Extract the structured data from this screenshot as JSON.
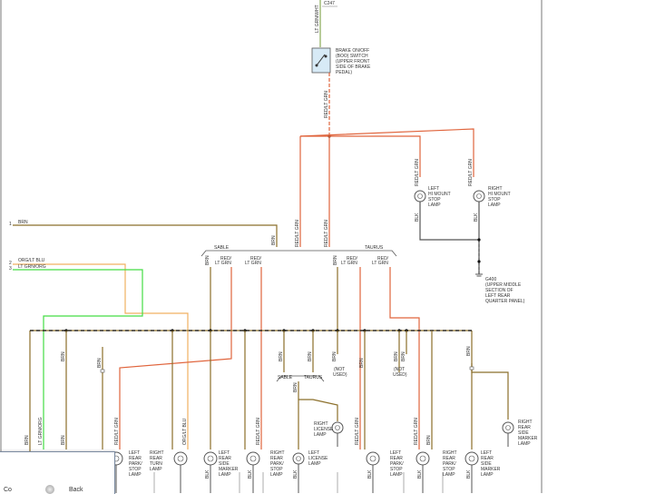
{
  "wire_colors": {
    "brn": "#8b6f2a",
    "red_lt_grn": "#e0643c",
    "org_lt_blu": "#f0b060",
    "lt_grn_org": "#44dd44",
    "lt_grn_wht": "#88aa55",
    "blk": "#555555",
    "border": "#777777"
  },
  "top_wire_label": "LT GRN/WHT",
  "top_connector": "C247",
  "switch_label": [
    "BRAKE ON/OFF",
    "(BOO) SWITCH",
    "(UPPER FRONT",
    "SIDE OF BRAKE",
    "PEDAL)"
  ],
  "switch_out_wire": "RED/LT GRN",
  "hi_mount_left": [
    "LEFT",
    "HI MOUNT",
    "STOP",
    "LAMP"
  ],
  "hi_mount_right": [
    "RIGHT",
    "HI MOUNT",
    "STOP",
    "LAMP"
  ],
  "hi_mount_wire_in": "RED/LT GRN",
  "hi_mount_wire_out": "BLK",
  "ground_label": [
    "G400",
    "(UPPER MIDDLE",
    "SECTION OF",
    "LEFT REAR",
    "QUARTER PANEL)"
  ],
  "left_inputs": [
    {
      "pin": "1",
      "wire": "BRN"
    },
    {
      "pin": "2",
      "wire": "ORG/LT BLU"
    },
    {
      "pin": "3",
      "wire": "LT GRN/ORG"
    }
  ],
  "vertical_labels": {
    "brn": "BRN",
    "red_lt_grn": "RED/LT GRN",
    "lt_grn_org": "LT GRN/ORG",
    "org_lt_blu": "ORG/LT BLU",
    "blk": "BLK"
  },
  "variant_left": "SABLE",
  "variant_right": "TAURUS",
  "variant_sable_wires": [
    "BRN",
    "RED/ LT GRN",
    "RED/ LT GRN"
  ],
  "variant_taurus_wires": [
    "BRN",
    "RED/ LT GRN",
    "RED/ LT GRN"
  ],
  "license_split": {
    "left": "SABLE",
    "right": "TAURUS"
  },
  "not_used": [
    "(NOT",
    "USED)"
  ],
  "lamps": {
    "left_rear_park_stop": [
      "LEFT",
      "REAR",
      "PARK/",
      "STOP",
      "LAMP"
    ],
    "right_rear_turn": [
      "RIGHT",
      "REAR",
      "TURN",
      "LAMP"
    ],
    "left_rear_side_marker": [
      "LEFT",
      "REAR",
      "SIDE",
      "MARKER",
      "LAMP"
    ],
    "right_rear_park_stop": [
      "RIGHT",
      "REAR",
      "PARK/",
      "STOP",
      "LAMP"
    ],
    "left_license": [
      "LEFT",
      "LICENSE",
      "LAMP"
    ],
    "right_license": [
      "RIGHT",
      "LICENSE",
      "LAMP"
    ],
    "left_rear_park_stop_2": [
      "LEFT",
      "REAR",
      "PARK/",
      "STOP",
      "LAMP"
    ],
    "right_rear_park_stop_2": [
      "RIGHT",
      "REAR",
      "PARK/",
      "STOP",
      "LAMP"
    ],
    "left_rear_side_marker_2": [
      "LEFT",
      "REAR",
      "SIDE",
      "MARKER",
      "LAMP"
    ],
    "right_rear_side_marker": [
      "RIGHT",
      "REAR",
      "SIDE",
      "MARKER",
      "LAMP"
    ]
  },
  "overlay": {
    "left_text": "Co",
    "right_text": "Back"
  }
}
